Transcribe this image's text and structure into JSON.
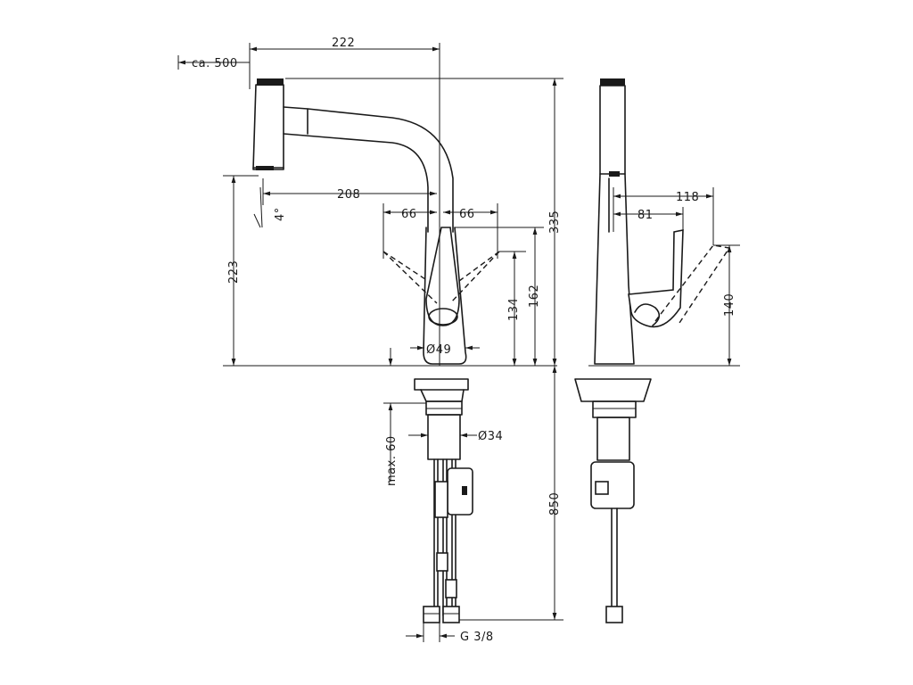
{
  "dimensions": {
    "ca_500": "ca. 500",
    "d222": "222",
    "d208": "208",
    "d4deg": "4°",
    "d66_left": "66",
    "d66_right": "66",
    "d223": "223",
    "d134": "134",
    "d162": "162",
    "d335": "335",
    "dia49": "Ø49",
    "max60": "max. 60",
    "dia34": "Ø34",
    "d850": "850",
    "g38": "G 3/8",
    "d118": "118",
    "d81": "81",
    "d140": "140"
  }
}
